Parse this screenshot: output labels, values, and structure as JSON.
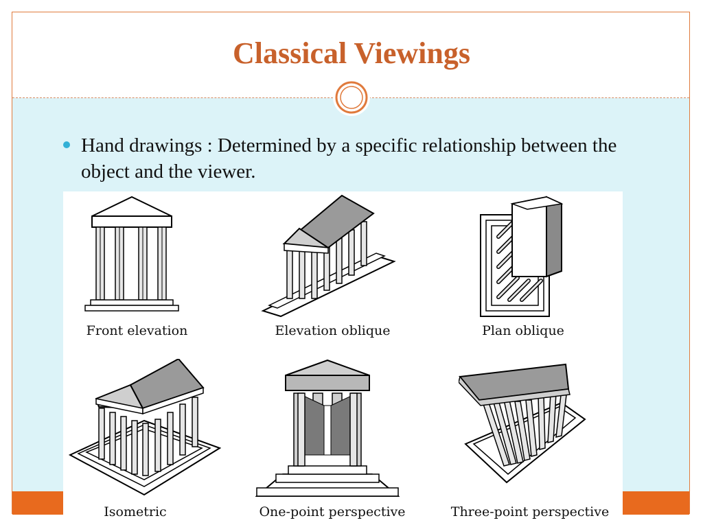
{
  "slide": {
    "title": "Classical Viewings",
    "bullets": [
      "Hand drawings : Determined by a specific relationship between the object and the viewer."
    ]
  },
  "figure": {
    "captions": {
      "front_elevation": "Front elevation",
      "elevation_oblique": "Elevation oblique",
      "plan_oblique": "Plan oblique",
      "isometric": "Isometric",
      "one_point": "One-point perspective",
      "three_point": "Three-point perspective"
    }
  },
  "colors": {
    "title": "#c8612b",
    "accent_bar": "#e86a1e",
    "content_bg": "#dcf3f8",
    "bullet": "#33b0d6"
  }
}
